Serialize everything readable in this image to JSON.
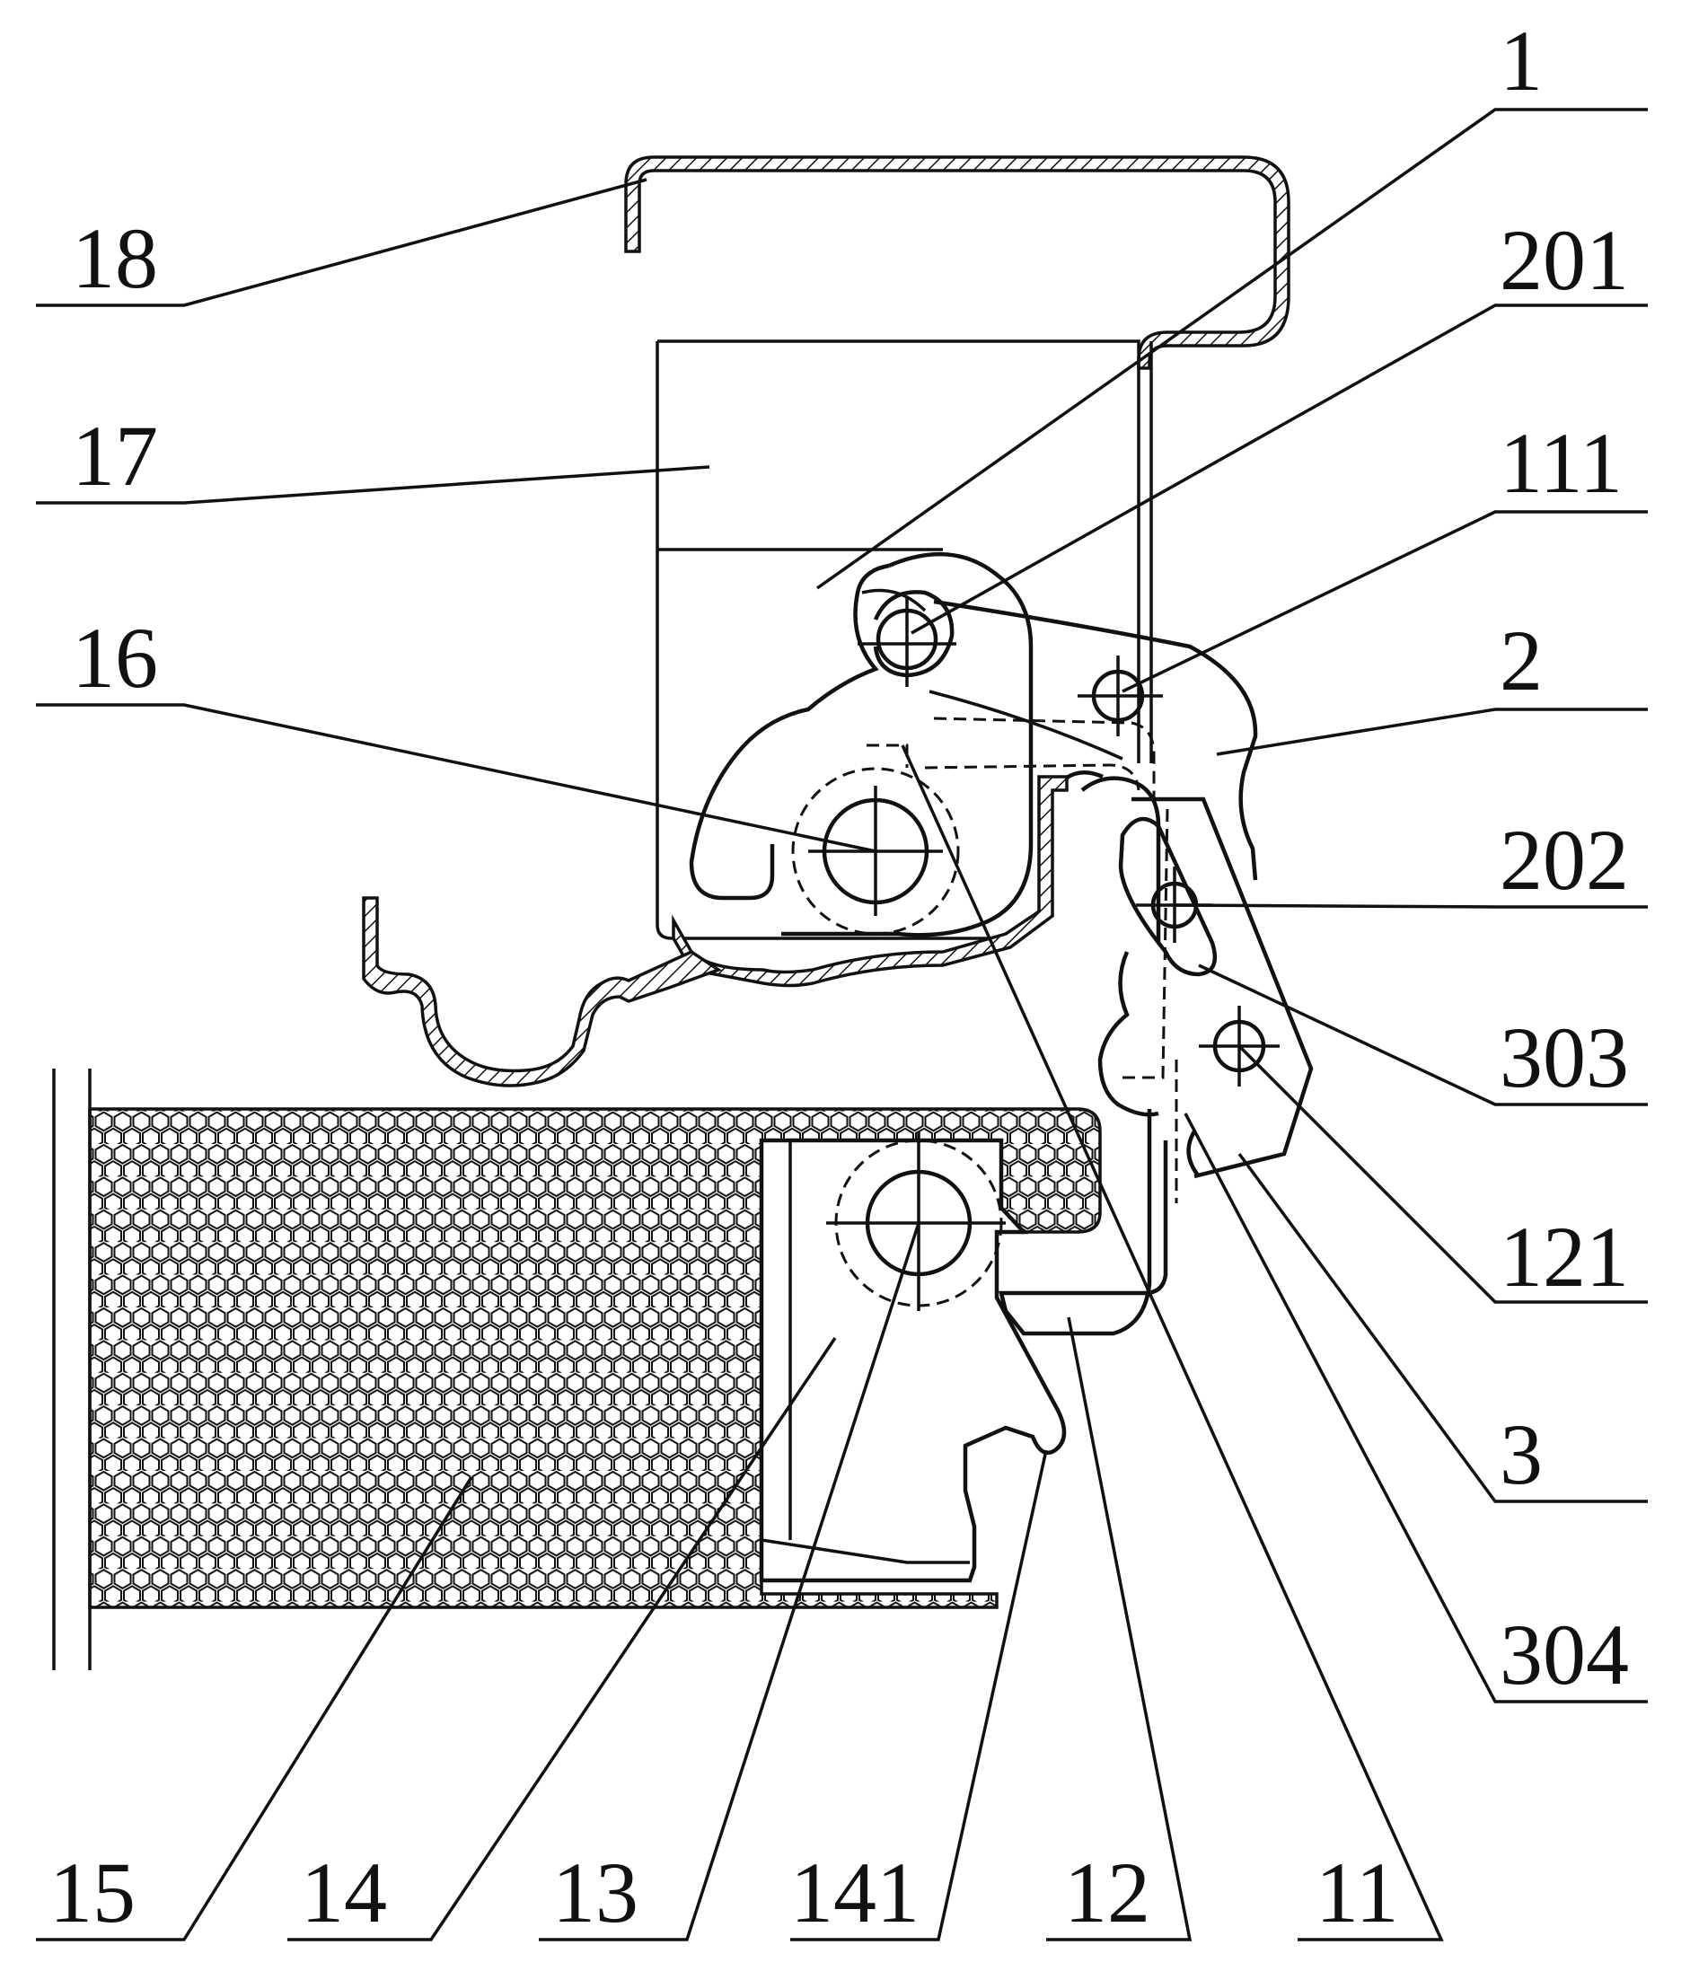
{
  "labels": {
    "l1": "1",
    "l201": "201",
    "l111": "111",
    "l2": "2",
    "l202": "202",
    "l303": "303",
    "l121": "121",
    "l3": "3",
    "l304": "304",
    "l18": "18",
    "l17": "17",
    "l16": "16",
    "l15": "15",
    "l14": "14",
    "l13": "13",
    "l141": "141",
    "l12": "12",
    "l11": "11"
  }
}
